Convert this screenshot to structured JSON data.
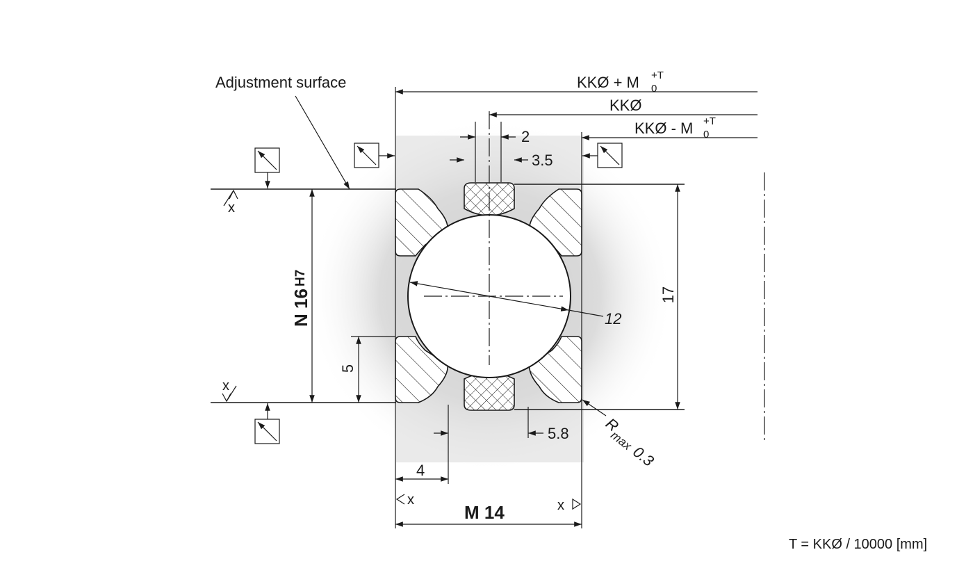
{
  "labels": {
    "adjustment_surface": "Adjustment surface",
    "kk_plus": "KKØ + M",
    "kk_plus_sub": "0",
    "kk_plus_sup": "+T",
    "kk": "KKØ",
    "kk_minus": "KKØ - M",
    "kk_minus_sub": "0",
    "kk_minus_sup": "+T",
    "dim_2": "2",
    "dim_3_5": "3.5",
    "dim_17": "17",
    "dim_12": "12",
    "dim_5": "5",
    "dim_4": "4",
    "dim_5_8": "5.8",
    "n16": "N 16",
    "n16_tol": "H7",
    "m14": "M 14",
    "rmax": "R",
    "rmax_sub": "max",
    "rmax_val": "0.3",
    "datum_x": "x",
    "formula": "T = KKØ / 10000 [mm]"
  }
}
